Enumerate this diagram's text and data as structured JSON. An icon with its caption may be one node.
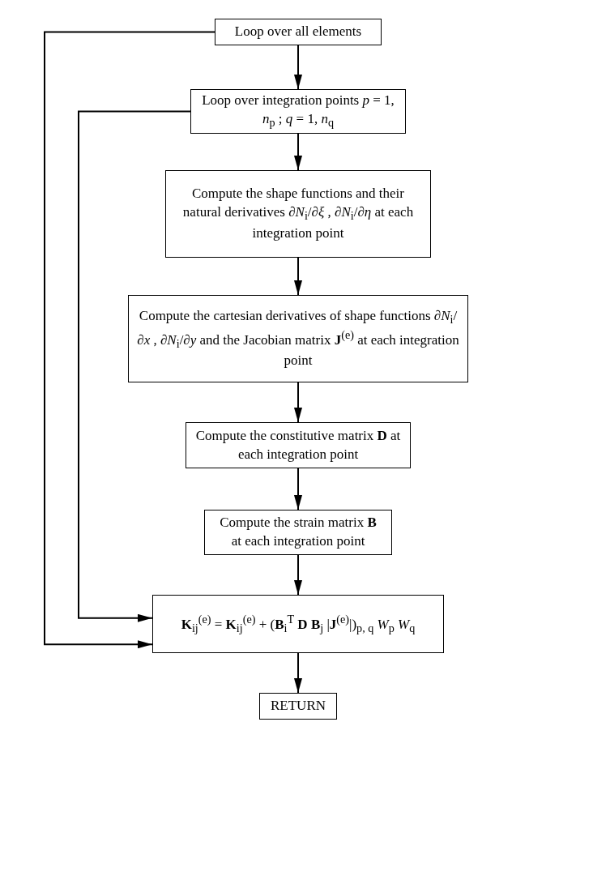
{
  "diagram": {
    "nodes": [
      {
        "text": [
          "Loop over all elements"
        ]
      },
      {
        "text": [
          "Loop over integration points *p* = 1, *n*$_{p}$ ; *q* = 1, *n*$_{q}$"
        ]
      },
      {
        "text": [
          "Compute the shape functions and their natural derivatives ∂*N*$_{i}$/∂*ξ* , ∂*N*$_{i}$/∂*η* at each integration point"
        ]
      },
      {
        "text": [
          "Compute the cartesian derivatives of shape functions ∂*N*$_{i}$/∂*x* , ∂*N*$_{i}$/∂*y* and the Jacobian matrix **J**$^{(e)}$ at each integration point"
        ]
      },
      {
        "text": [
          "Compute the constitutive matrix **D** at each integration point"
        ]
      },
      {
        "text": [
          "Compute the strain matrix **B** at each integration point"
        ]
      },
      {
        "text": [
          "**K**$_{ij}$$^{(e)}$ = **K**$_{ij}$$^{(e)}$ + (**B**$_{i}$$^{T}$ **D** **B**$_{j}$ |**J**$^{(e)}$|)$_{p, q}$ *W*$_{p}$ *W*$_{q}$"
        ]
      },
      {
        "text": [
          "RETURN"
        ]
      }
    ],
    "edges": [
      {
        "from": 0,
        "to": 1,
        "arrow": "to"
      },
      {
        "from": 1,
        "to": 2,
        "arrow": "to"
      },
      {
        "from": 2,
        "to": 3,
        "arrow": "to"
      },
      {
        "from": 3,
        "to": 4,
        "arrow": "to"
      },
      {
        "from": 4,
        "to": 5,
        "arrow": "to"
      },
      {
        "from": 5,
        "to": 6,
        "arrow": "to"
      },
      {
        "from": 6,
        "to": 7,
        "arrow": "to"
      },
      {
        "from": 0,
        "to": 6,
        "arrow": "to"
      },
      {
        "from": 1,
        "to": 6,
        "arrow": "to"
      }
    ]
  }
}
